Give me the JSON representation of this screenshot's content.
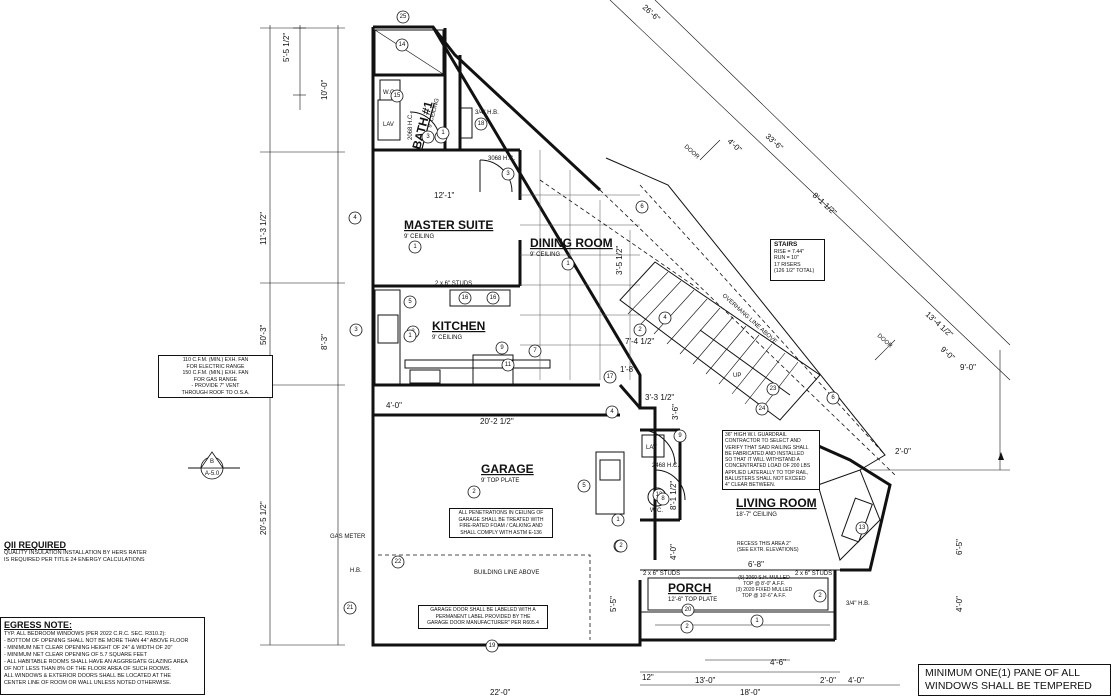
{
  "rooms": {
    "bath": {
      "name": "BATH #1",
      "ceiling": "9' CEILING"
    },
    "master": {
      "name": "MASTER SUITE",
      "ceiling": "9' CEILING"
    },
    "dining": {
      "name": "DINING ROOM",
      "ceiling": "9' CEILING"
    },
    "kitchen": {
      "name": "KITCHEN",
      "ceiling": "9' CEILING"
    },
    "garage": {
      "name": "GARAGE",
      "ceiling": "9' TOP PLATE"
    },
    "living": {
      "name": "LIVING ROOM",
      "ceiling": "18'-7\" CEILING"
    },
    "porch": {
      "name": "PORCH",
      "ceiling": "12'-6\" TOP PLATE"
    }
  },
  "dims": {
    "d_top_diag": "26'-6\"",
    "d_33_6": "33'-6\"",
    "d_4_0": "4'-0\"",
    "d_8_1": "8'-1 1/2\"",
    "d_13_4": "13'-4 1/2\"",
    "d_9_0": "9'-0\"",
    "d_5_5": "5'-5 1/2\"",
    "d_10_0": "10'-0\"",
    "d_11_3": "11'-3 1/2\"",
    "d_50_3": "50'-3\"",
    "d_8_3": "8'-3\"",
    "d_20_5": "20'-5 1/2\"",
    "d_12_1": "12'-1\"",
    "d_4_0b": "4'-0\"",
    "d_20_2": "20'-2 1/2\"",
    "d_3_5": "3'-5 1/2\"",
    "d_7_4": "7'-4 1/2\"",
    "d_1_8": "1'-8\"",
    "d_3_3": "3'-3 1/2\"",
    "d_3_6": "3'-6\"",
    "d_6_8": "6'-8\"",
    "d_2_0": "2'-0\"",
    "d_6_5": "6'-5\"",
    "d_4_0c": "4'-0\"",
    "d_5_5b": "5'-5\"",
    "d_4_6": "4'-6\"",
    "d_12": "12\"",
    "d_13_0": "13'-0\"",
    "d_18_0": "18'-0\"",
    "d_2_0b": "2'-0\"",
    "d_22_0": "22'-0\"",
    "d_9_0b": "9'-0\"",
    "d_4_0d": "4'-0\""
  },
  "labels": {
    "gas_meter": "GAS METER",
    "hb": "H.B.",
    "hb2": "3/4\" H.B.",
    "hb3": "3/4\" H.B.",
    "building_line": "BUILDING LINE ABOVE",
    "overhang": "OVERHANG LINE ABOVE",
    "door1": "DOOR",
    "door2": "DOOR",
    "up": "UP",
    "studs1": "2 x 6\" STUDS",
    "studs2": "2 x 6\" STUDS",
    "studs3": "2 x 6\" STUDS",
    "lav": "LAV",
    "wc": "W.C.",
    "wc2": "W.C.",
    "lav2": "LAV",
    "hc_3068": "3068 H.C.",
    "hc_2468": "2468 H.C.",
    "hc_2068": "2068 H.C.",
    "section_letter": "B",
    "section_sheet": "A-5.0"
  },
  "tags": [
    "25",
    "14",
    "15",
    "3",
    "18",
    "3",
    "4",
    "3",
    "1",
    "16",
    "16",
    "5",
    "2",
    "1",
    "9",
    "7",
    "11",
    "17",
    "2",
    "4",
    "4",
    "9",
    "1",
    "5",
    "2",
    "13",
    "2",
    "22",
    "19",
    "1",
    "6",
    "21",
    "20",
    "2",
    "3",
    "1",
    "13",
    "2",
    "24",
    "23",
    "1",
    "6",
    "8",
    "2"
  ],
  "exhaust_note": [
    "110 C.F.M. (MIN.) EXH. FAN",
    "FOR ELECTRIC RANGE",
    "150 C.F.M. (MIN.) EXH. FAN",
    "FOR GAS RANGE",
    "- PROVIDE 7\" VENT",
    "THROUGH ROOF TO O.S.A."
  ],
  "stairs_note": {
    "title": "STAIRS",
    "lines": [
      "RISE = 7.44\"",
      "RUN = 10\"",
      "17 RISERS",
      "(126 1/2\" TOTAL)"
    ]
  },
  "guardrail_note": [
    "36\" HIGH W.I. GUARDRAIL",
    "CONTRACTOR TO SELECT AND",
    "VERIFY THAT SAID RAILING SHALL",
    "BE FABRICATED AND INSTALLED",
    "SO THAT IT WILL WITHSTAND A",
    "CONCENTRATED LOAD OF 200 LBS",
    "APPLIED LATERALLY TO TOP RAIL,",
    "BALUSTERS SHALL NOT EXCEED",
    "4\" CLEAR BETWEEN."
  ],
  "penetration_note": [
    "ALL PENETRATIONS IN CEILING OF",
    "GARAGE SHALL BE TREATED WITH",
    "FIRE-RATED FOAM / CALKING AND",
    "SHALL COMPLY WITH ASTM E-136"
  ],
  "garage_door_note": [
    "GARAGE DOOR SHALL BE LABELED WITH A",
    "PERMANENT LABEL PROVIDED BY THE",
    "GARAGE DOOR MANUFACTURER\" PER R605.4"
  ],
  "recess_note": [
    "RECESS THIS AREA 2\"",
    "(SEE EXTR. ELEVATIONS)"
  ],
  "porch_window_note": [
    "(5) 2060 S.H. MULLED",
    "TOP @ 8'-0\" A.F.F.",
    "(3) 2020 FIXED MULLED",
    "TOP @ 10'-6\" A.F.F."
  ],
  "qii": {
    "title": "QII REQUIRED",
    "lines": [
      "QUALITY INSULATION INSTALLATION BY HERS RATER",
      "IS REQUIRED PER TITLE 24 ENERGY CALCULATIONS"
    ]
  },
  "egress": {
    "title": "EGRESS NOTE:",
    "lines": [
      "TYP. ALL BEDROOM WINDOWS (PER 2022 C.R.C. SEC. R310.2):",
      "- BOTTOM OF OPENING SHALL NOT BE MORE THAN 44\" ABOVE FLOOR",
      "- MINIMUM NET CLEAR OPENING HEIGHT OF 24\" & WIDTH OF 20\"",
      "- MINIMUM NET CLEAR OPENING OF 5.7 SQUARE FEET",
      "- ALL HABITABLE ROOMS SHALL HAVE AN AGGREGATE GLAZING AREA",
      "OF NOT LESS THAN 8% OF THE FLOOR AREA OF SUCH ROOMS.",
      "",
      "ALL WINDOWS & EXTERIOR DOORS SHALL BE LOCATED AT THE",
      "CENTER LINE OF ROOM OR WALL UNLESS NOTED OTHERWISE."
    ]
  },
  "tempered": [
    "MINIMUM ONE(1) PANE OF ALL",
    "WINDOWS SHALL BE TEMPERED"
  ]
}
